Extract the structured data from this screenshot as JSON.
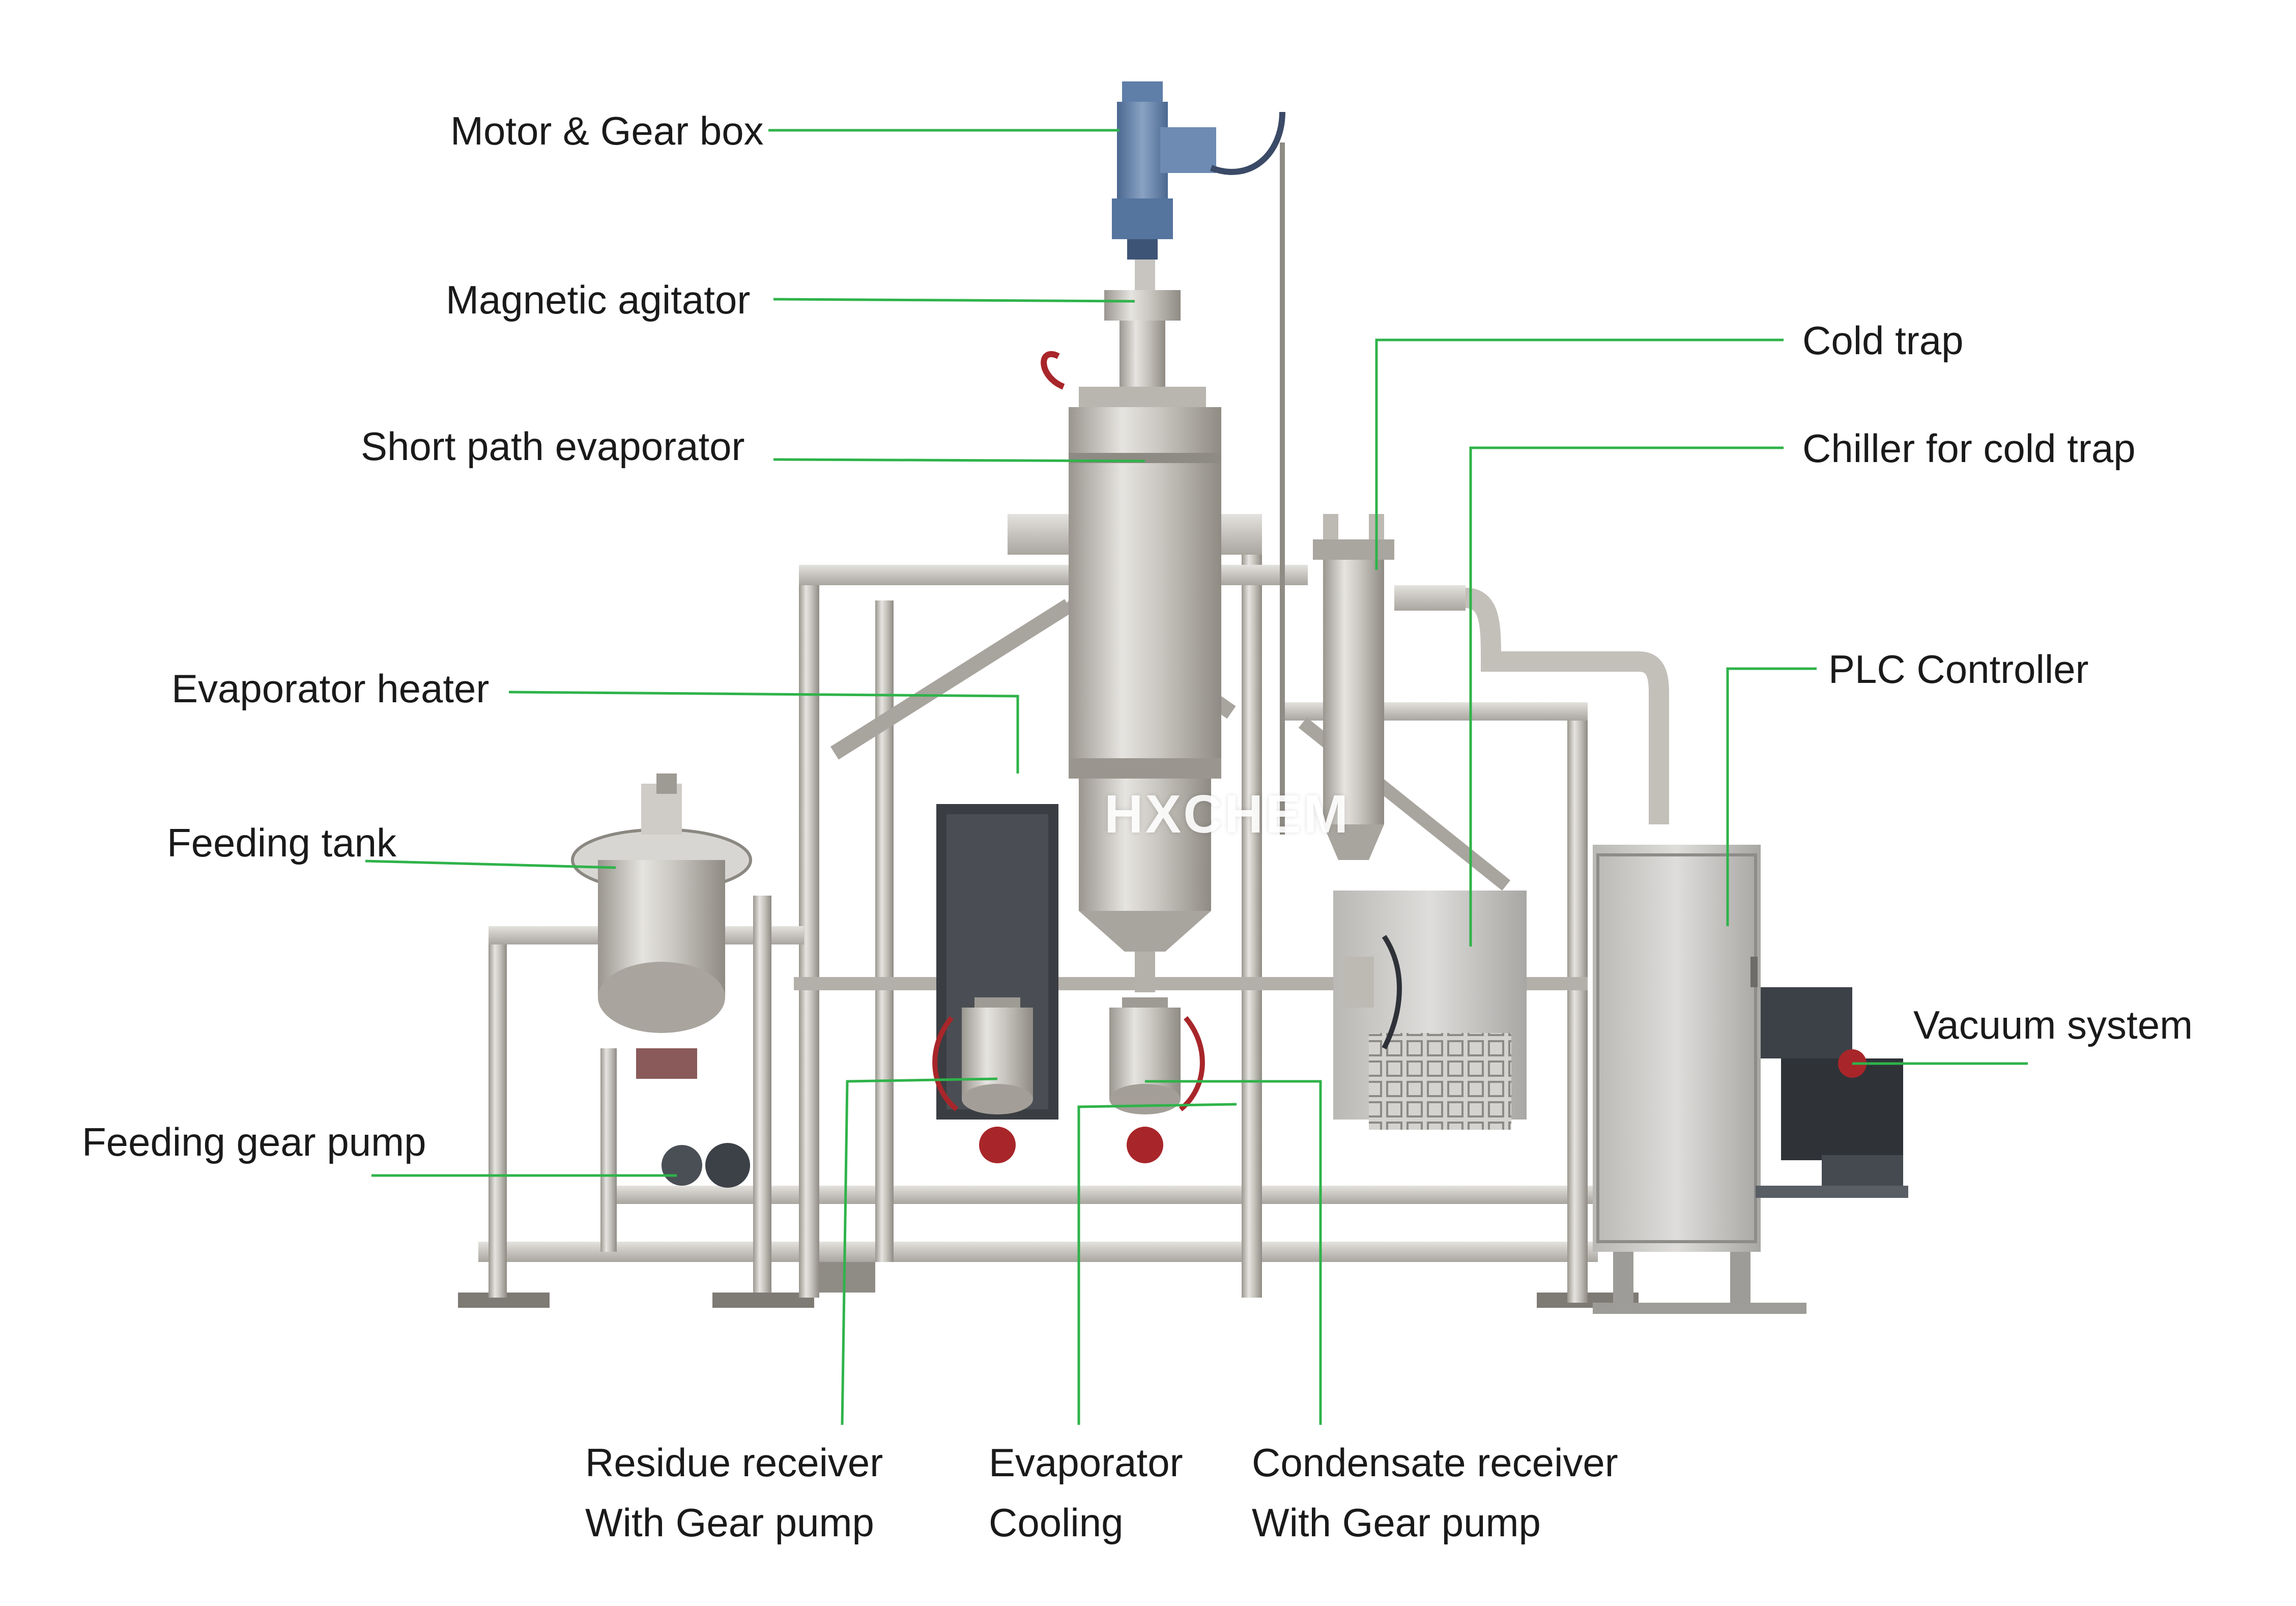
{
  "brand": {
    "watermark_text": "HXCHEM"
  },
  "colors": {
    "leader_line": "#2fb34a",
    "steel_light": "#dcdad6",
    "steel_mid": "#b8b5b0",
    "steel_dark": "#8e8b86",
    "motor_blue": "#5f7ea8",
    "hose_red": "#a8262a",
    "pump_dark": "#3c4148",
    "panel_grey": "#c8c7c4"
  },
  "labels": {
    "motor_gearbox": "Motor & Gear box",
    "magnetic_agitator": "Magnetic agitator",
    "short_path_evaporator": "Short path evaporator",
    "evaporator_heater": "Evaporator heater",
    "feeding_tank": "Feeding tank",
    "feeding_gear_pump": "Feeding gear pump",
    "cold_trap": "Cold trap",
    "chiller_for_cold_trap": "Chiller for cold trap",
    "plc_controller": "PLC Controller",
    "vacuum_system": "Vacuum system",
    "residue_receiver_line1": "Residue receiver",
    "residue_receiver_line2": "With Gear pump",
    "evaporator_cooling_line1": "Evaporator",
    "evaporator_cooling_line2": "Cooling",
    "condensate_receiver_line1": "Condensate receiver",
    "condensate_receiver_line2": "With Gear pump"
  }
}
